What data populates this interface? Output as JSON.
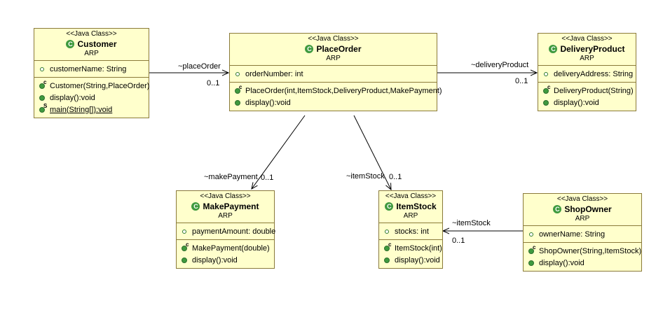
{
  "classes": {
    "customer": {
      "stereotype": "<<Java Class>>",
      "name": "Customer",
      "package": "ARP",
      "attributes": [
        "customerName: String"
      ],
      "methods": [
        "Customer(String,PlaceOrder)",
        "display():void",
        "main(String[]):void"
      ]
    },
    "placeorder": {
      "stereotype": "<<Java Class>>",
      "name": "PlaceOrder",
      "package": "ARP",
      "attributes": [
        "orderNumber: int"
      ],
      "methods": [
        "PlaceOrder(int,ItemStock,DeliveryProduct,MakePayment)",
        "display():void"
      ]
    },
    "deliveryproduct": {
      "stereotype": "<<Java Class>>",
      "name": "DeliveryProduct",
      "package": "ARP",
      "attributes": [
        "deliveryAddress: String"
      ],
      "methods": [
        "DeliveryProduct(String)",
        "display():void"
      ]
    },
    "makepayment": {
      "stereotype": "<<Java Class>>",
      "name": "MakePayment",
      "package": "ARP",
      "attributes": [
        "paymentAmount: double"
      ],
      "methods": [
        "MakePayment(double)",
        "display():void"
      ]
    },
    "itemstock": {
      "stereotype": "<<Java Class>>",
      "name": "ItemStock",
      "package": "ARP",
      "attributes": [
        "stocks: int"
      ],
      "methods": [
        "ItemStock(int)",
        "display():void"
      ]
    },
    "shopowner": {
      "stereotype": "<<Java Class>>",
      "name": "ShopOwner",
      "package": "ARP",
      "attributes": [
        "ownerName: String"
      ],
      "methods": [
        "ShopOwner(String,ItemStock)",
        "display():void"
      ]
    }
  },
  "icons": {
    "class": "class-icon",
    "field": "field-icon",
    "method": "method-icon"
  },
  "associations": {
    "place_order": {
      "role": "~placeOrder",
      "mult": "0..1"
    },
    "delivery_product": {
      "role": "~deliveryProduct",
      "mult": "0..1"
    },
    "make_payment": {
      "role": "~makePayment",
      "mult": "0..1"
    },
    "item_stock": {
      "role": "~itemStock",
      "mult": "0..1"
    },
    "shop_item_stock": {
      "role": "~itemStock",
      "mult": "0..1"
    }
  },
  "colors": {
    "box_fill": "#ffffcc",
    "box_border": "#8a7a3a",
    "icon_green": "#3f9a3f"
  },
  "glyphs": {
    "class_letter": "C",
    "ctor_super": "c",
    "static_super": "S"
  }
}
